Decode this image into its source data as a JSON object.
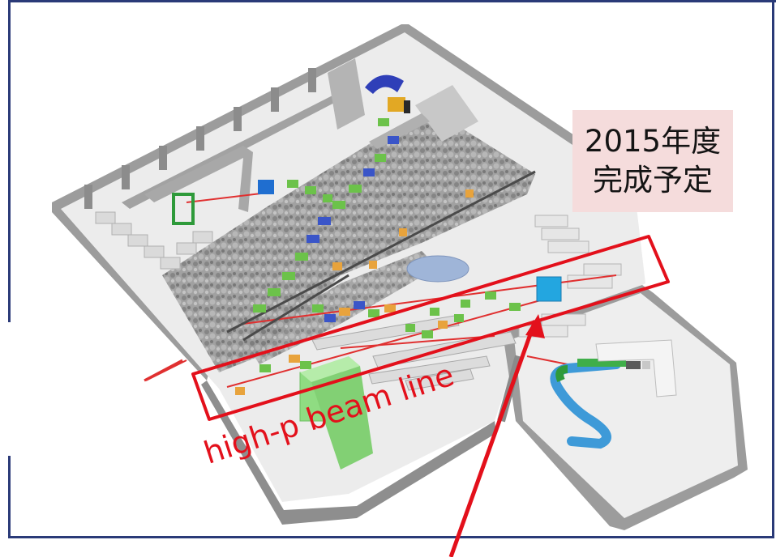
{
  "figure": {
    "completion_note": {
      "line1": "2015年度",
      "line2": "完成予定"
    },
    "beamline_label": "high-p beam line",
    "colors": {
      "frame": "#2a3a78",
      "highlight": "#e3101b",
      "note_background": "#f5dcdc",
      "floor": "#ececec",
      "wall": "#9c9c9c",
      "shield_gravel": "#8a8a8a",
      "magnet_green": "#6cc24a",
      "magnet_orange": "#e8a33c",
      "magnet_blue": "#3a55c8",
      "target_cyan": "#23a6e0"
    }
  }
}
